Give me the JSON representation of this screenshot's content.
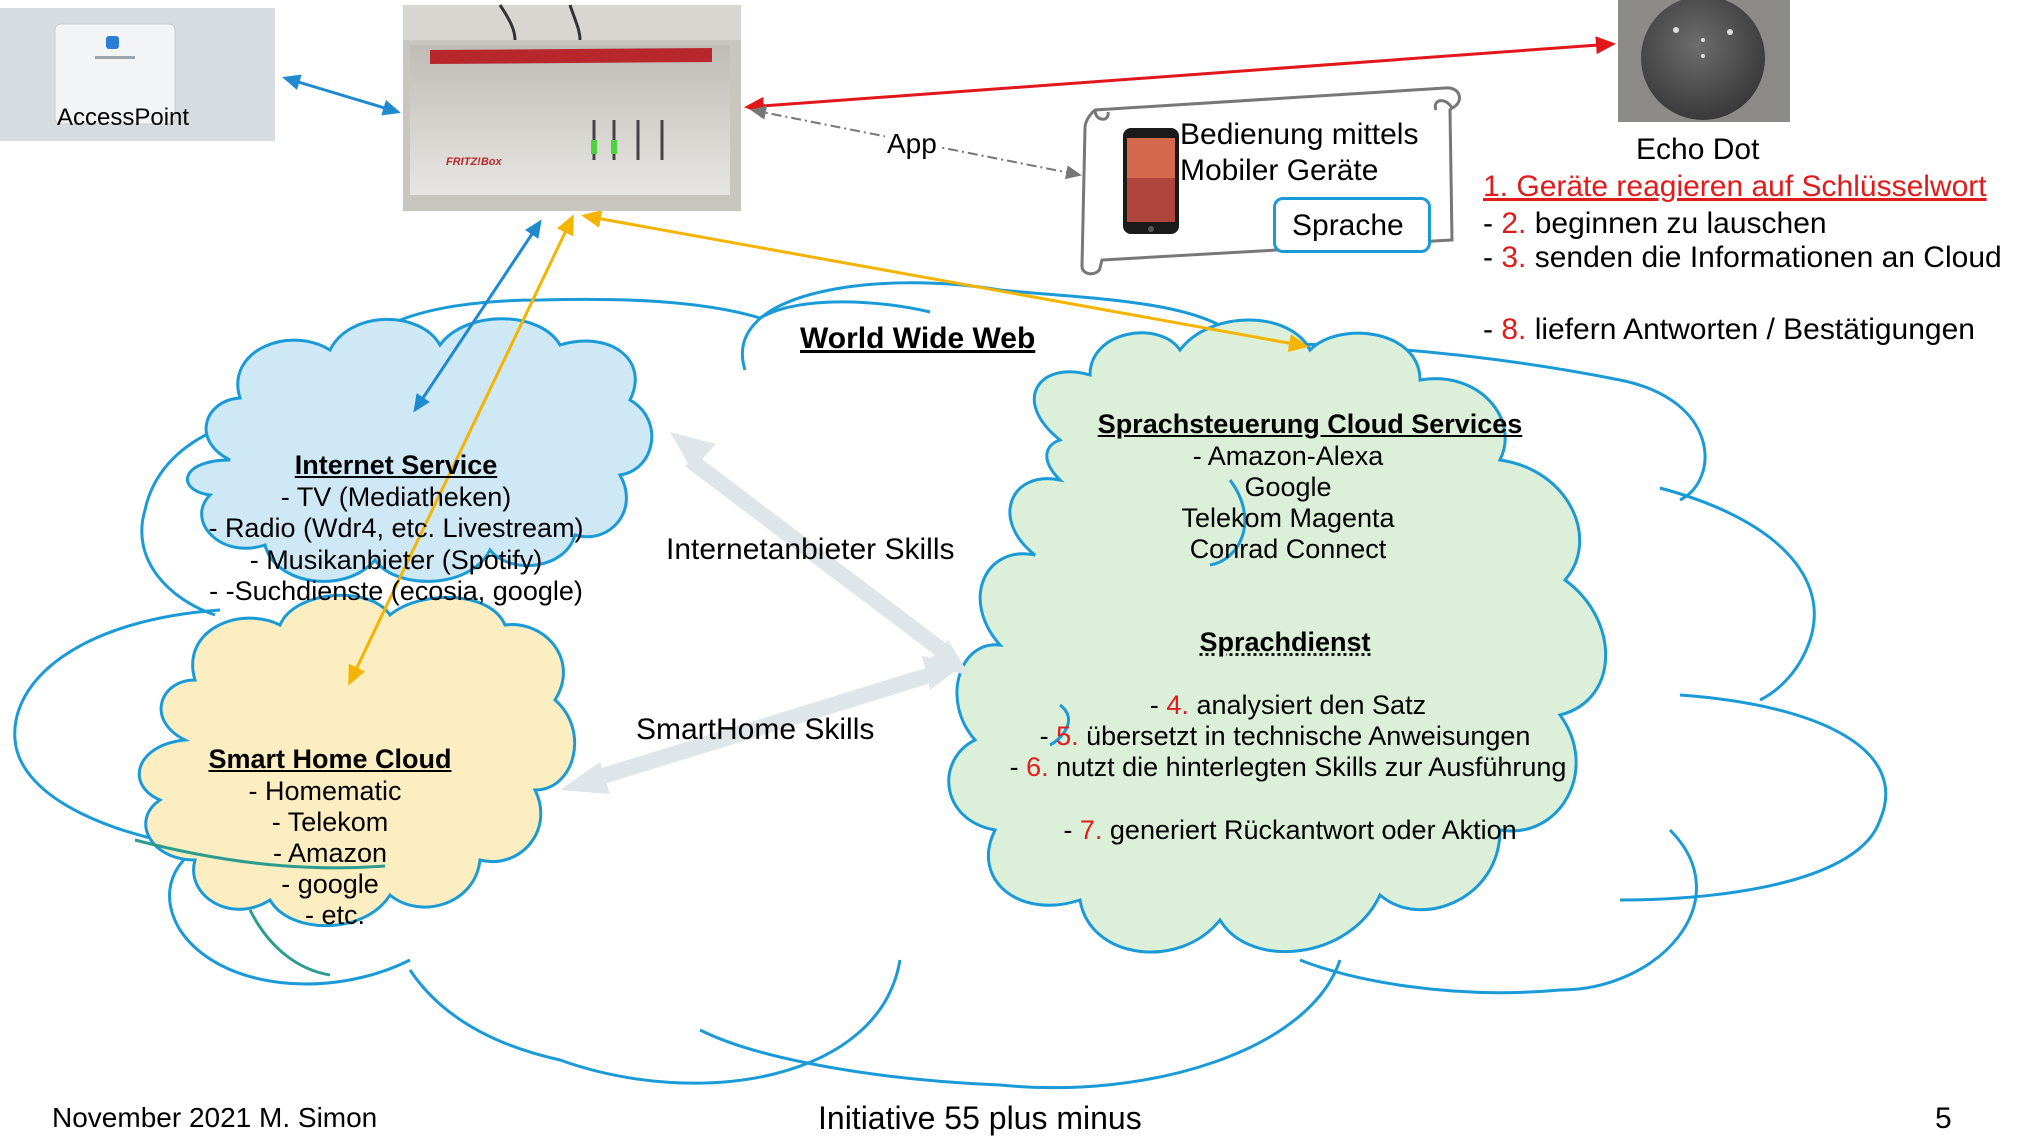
{
  "devices": {
    "access_point_label": "AccessPoint",
    "router_brand": "FRITZ!Box",
    "echo_label": "Echo Dot"
  },
  "app_link_label": "App",
  "mobile_note": {
    "line1": "Bedienung mittels",
    "line2": "Mobiler Geräte",
    "button": "Sprache"
  },
  "echo_steps": {
    "step1": "1. Geräte reagieren auf Schlüsselwort",
    "step2_prefix": "- ",
    "step2_num": "2.",
    "step2_text": " beginnen zu lauschen",
    "step3_prefix": "- ",
    "step3_num": "3.",
    "step3_text": " senden die Informationen an Cloud",
    "step8_prefix": "- ",
    "step8_num": "8.",
    "step8_text": " liefern Antworten / Bestätigungen"
  },
  "www_label": "World Wide Web",
  "internet_service": {
    "title": "Internet Service",
    "items": [
      "- TV (Mediatheken)",
      "- Radio (Wdr4, etc. Livestream)",
      "- Musikanbieter (Spotify)",
      "- -Suchdienste (ecosia, google)"
    ]
  },
  "smart_home": {
    "title": "Smart Home  Cloud",
    "items": [
      "- Homematic",
      "- Telekom",
      "- Amazon",
      "- google",
      "- etc."
    ]
  },
  "voice_cloud": {
    "title": "Sprachsteuerung  Cloud Services",
    "items": [
      "- Amazon-Alexa",
      "Google",
      "Telekom Magenta",
      "Conrad Connect"
    ],
    "subtitle": "Sprachdienst",
    "steps": [
      {
        "prefix": "- ",
        "num": "4.",
        "text": " analysiert den Satz"
      },
      {
        "prefix": "- ",
        "num": "5.",
        "text": " übersetzt in technische Anweisungen"
      },
      {
        "prefix": "- ",
        "num": "6.",
        "text": " nutzt die hinterlegten Skills zur Ausführung"
      },
      {
        "prefix": "- ",
        "num": "7.",
        "text": " generiert Rückantwort oder Aktion"
      }
    ]
  },
  "skills": {
    "internet": "Internetanbieter Skills",
    "smarthome": "SmartHome Skills"
  },
  "footer": {
    "left": "November 2021 M. Simon",
    "center": "Initiative 55 plus minus",
    "page": "5"
  },
  "colors": {
    "cloud_outline": "#1a9ad6",
    "internet_fill": "#cfe8f5",
    "smarthome_fill": "#fdeec2",
    "voice_fill": "#dcefd8",
    "blue_arrow": "#1f8ad0",
    "orange_arrow": "#f5b400",
    "red_arrow": "#e3161b",
    "skill_arrow": "#dfe6ea",
    "step_red": "#e11b1b"
  }
}
